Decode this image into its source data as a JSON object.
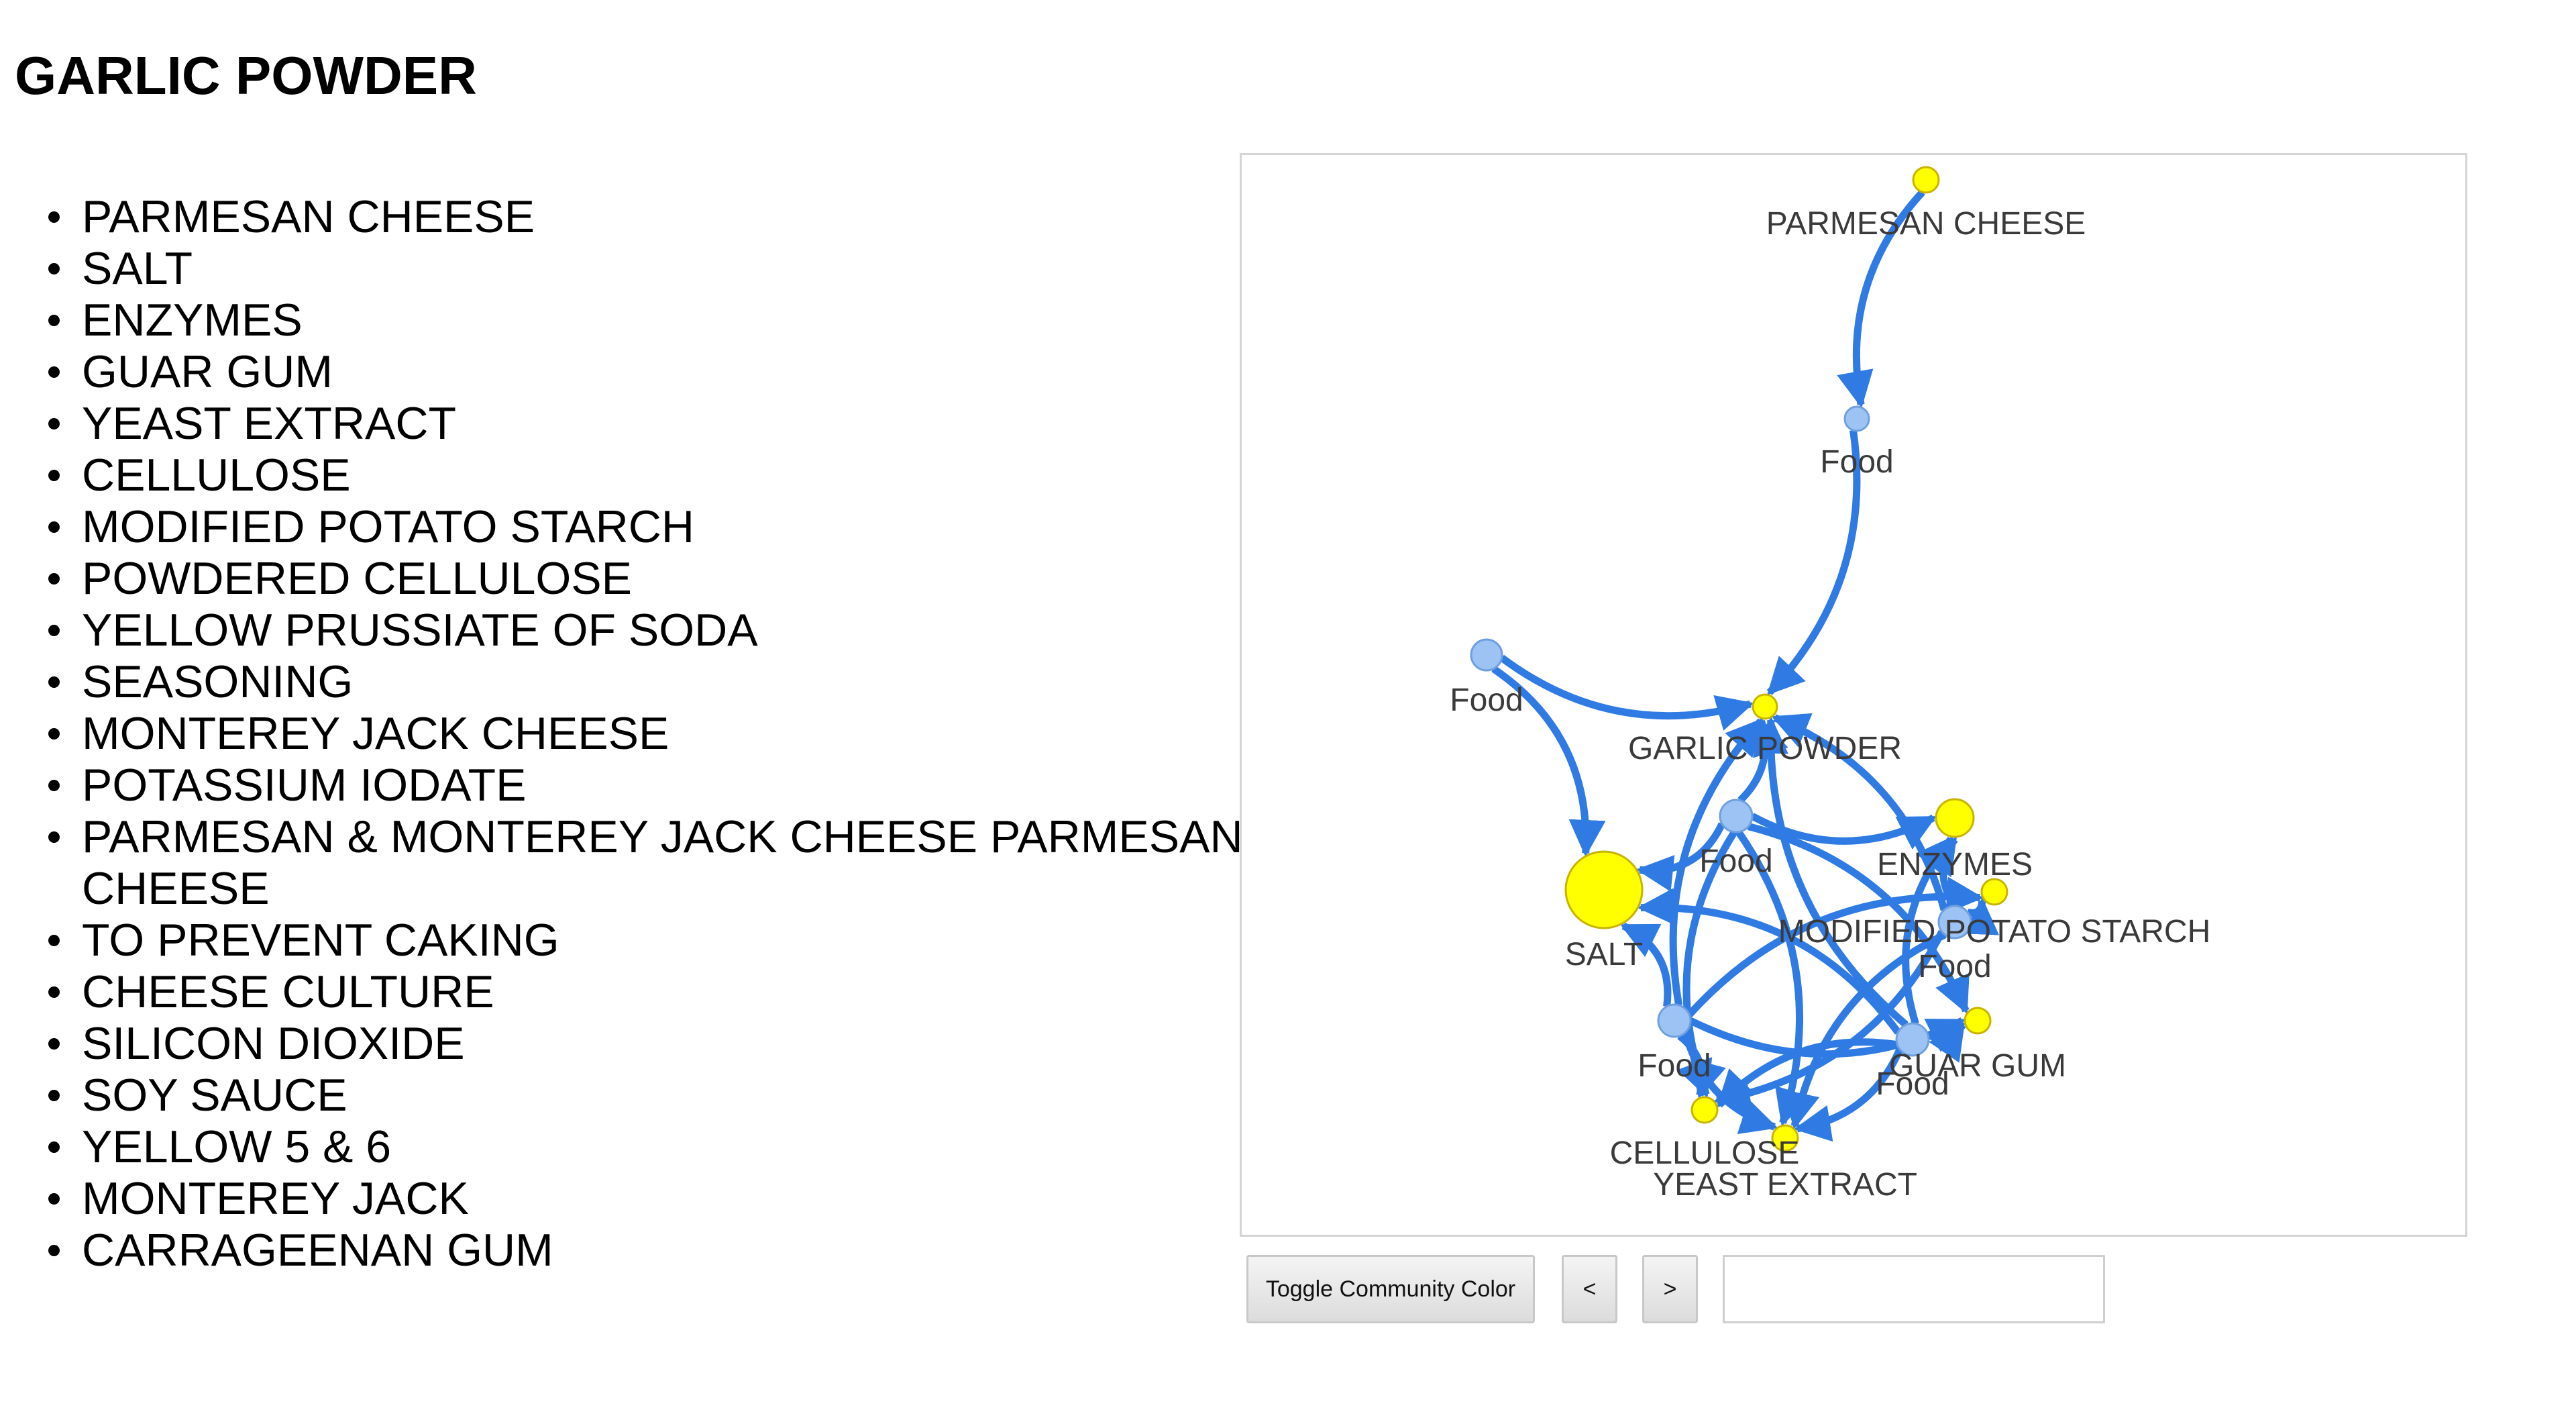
{
  "page_title": "GARLIC POWDER",
  "ingredients": [
    "PARMESAN CHEESE",
    "SALT",
    "ENZYMES",
    "GUAR GUM",
    "YEAST EXTRACT",
    "CELLULOSE",
    "MODIFIED POTATO STARCH",
    "POWDERED CELLULOSE",
    "YELLOW PRUSSIATE OF SODA",
    "SEASONING",
    "MONTEREY JACK CHEESE",
    "POTASSIUM IODATE",
    "PARMESAN & MONTEREY JACK CHEESE PARMESAN CHEESE",
    "TO PREVENT CAKING",
    "CHEESE CULTURE",
    "SILICON DIOXIDE",
    "SOY SAUCE",
    "YELLOW 5 & 6",
    "MONTEREY JACK",
    "CARRAGEENAN GUM"
  ],
  "graph": {
    "colors": {
      "edge": "#2f7be3",
      "ingredient_node": "#ffff00",
      "ingredient_stroke": "#c8b400",
      "food_node": "#9dc3f5",
      "food_stroke": "#6f9fdf",
      "label": "#3a3a3a"
    },
    "nodes": [
      {
        "id": "parmesan",
        "label": "PARMESAN CHEESE",
        "kind": "ingredient"
      },
      {
        "id": "food_top",
        "label": "Food",
        "kind": "food"
      },
      {
        "id": "food_left",
        "label": "Food",
        "kind": "food"
      },
      {
        "id": "garlic",
        "label": "GARLIC POWDER",
        "kind": "ingredient"
      },
      {
        "id": "food_mid",
        "label": "Food",
        "kind": "food"
      },
      {
        "id": "enzymes",
        "label": "ENZYMES",
        "kind": "ingredient"
      },
      {
        "id": "salt",
        "label": "SALT",
        "kind": "ingredient"
      },
      {
        "id": "starch",
        "label": "MODIFIED POTATO STARCH",
        "kind": "ingredient"
      },
      {
        "id": "food_right",
        "label": "Food",
        "kind": "food"
      },
      {
        "id": "guar",
        "label": "GUAR GUM",
        "kind": "ingredient"
      },
      {
        "id": "food_lower_left",
        "label": "Food",
        "kind": "food"
      },
      {
        "id": "food_lower_right",
        "label": "Food",
        "kind": "food"
      },
      {
        "id": "cellulose",
        "label": "CELLULOSE",
        "kind": "ingredient"
      },
      {
        "id": "yeast",
        "label": "YEAST EXTRACT",
        "kind": "ingredient"
      }
    ],
    "edges": [
      [
        "parmesan",
        "food_top"
      ],
      [
        "food_top",
        "garlic"
      ],
      [
        "food_left",
        "garlic"
      ],
      [
        "food_left",
        "salt"
      ],
      [
        "food_mid",
        "garlic"
      ],
      [
        "food_mid",
        "salt"
      ],
      [
        "food_mid",
        "enzymes"
      ],
      [
        "food_mid",
        "guar"
      ],
      [
        "food_mid",
        "cellulose"
      ],
      [
        "food_mid",
        "yeast"
      ],
      [
        "food_right",
        "garlic"
      ],
      [
        "food_right",
        "enzymes"
      ],
      [
        "food_right",
        "starch"
      ],
      [
        "food_right",
        "cellulose"
      ],
      [
        "food_right",
        "yeast"
      ],
      [
        "food_lower_left",
        "garlic"
      ],
      [
        "food_lower_left",
        "salt"
      ],
      [
        "food_lower_left",
        "starch"
      ],
      [
        "food_lower_left",
        "guar"
      ],
      [
        "food_lower_left",
        "cellulose"
      ],
      [
        "food_lower_left",
        "yeast"
      ],
      [
        "food_lower_right",
        "garlic"
      ],
      [
        "food_lower_right",
        "salt"
      ],
      [
        "food_lower_right",
        "enzymes"
      ],
      [
        "food_lower_right",
        "guar"
      ],
      [
        "food_lower_right",
        "yeast"
      ],
      [
        "food_lower_right",
        "cellulose"
      ]
    ]
  },
  "controls": {
    "toggle_label": "Toggle Community Color",
    "prev_label": "<",
    "next_label": ">",
    "search_value": ""
  }
}
